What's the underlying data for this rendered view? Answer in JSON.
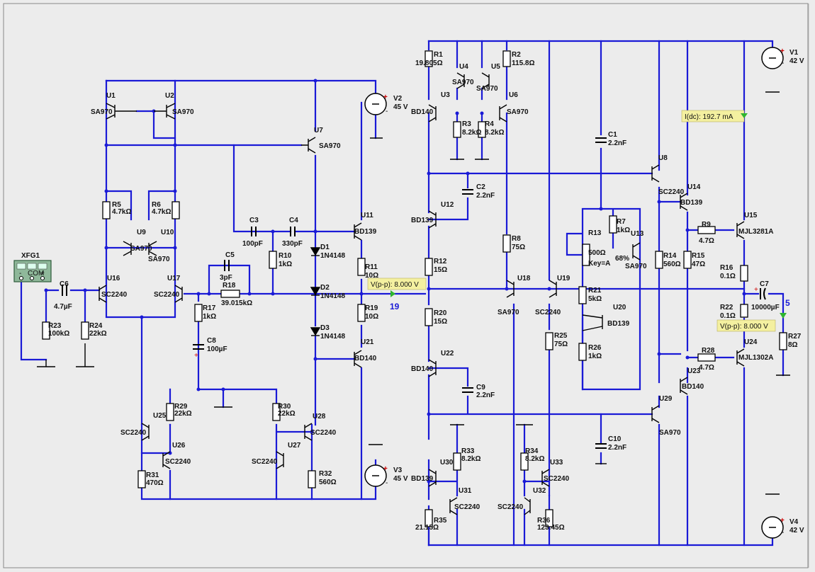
{
  "instrument": {
    "label": "XFG1",
    "terminals": [
      "-",
      "COM",
      "+"
    ]
  },
  "nets": [
    {
      "id": "n19",
      "text": "19"
    },
    {
      "id": "n5",
      "text": "5"
    }
  ],
  "probes": [
    {
      "id": "p1",
      "text": "V(p-p): 8.000 V"
    },
    {
      "id": "p2",
      "text": "I(dc): 192.7 mA"
    },
    {
      "id": "p3",
      "text": "V(p-p): 8.000 V"
    }
  ],
  "sources": [
    {
      "id": "V1",
      "name": "V1",
      "value": "42 V"
    },
    {
      "id": "V2",
      "name": "V2",
      "value": "45 V"
    },
    {
      "id": "V3",
      "name": "V3",
      "value": "45 V"
    },
    {
      "id": "V4",
      "name": "V4",
      "value": "42 V"
    }
  ],
  "transistors": [
    {
      "id": "U1",
      "name": "U1",
      "model": "SA970"
    },
    {
      "id": "U2",
      "name": "U2",
      "model": "SA970"
    },
    {
      "id": "U3",
      "name": "U3",
      "model": "BD140"
    },
    {
      "id": "U4",
      "name": "U4",
      "model": "SA970"
    },
    {
      "id": "U5",
      "name": "U5",
      "model": "SA970"
    },
    {
      "id": "U6",
      "name": "U6",
      "model": "SA970"
    },
    {
      "id": "U7",
      "name": "U7",
      "model": "SA970"
    },
    {
      "id": "U8",
      "name": "U8",
      "model": "SC2240"
    },
    {
      "id": "U9",
      "name": "U9",
      "model": "SA970"
    },
    {
      "id": "U10",
      "name": "U10",
      "model": "SA970"
    },
    {
      "id": "U11",
      "name": "U11",
      "model": "BD139"
    },
    {
      "id": "U12",
      "name": "U12",
      "model": "BD139"
    },
    {
      "id": "U13",
      "name": "U13",
      "model": "SA970"
    },
    {
      "id": "U14",
      "name": "U14",
      "model": "BD139"
    },
    {
      "id": "U15",
      "name": "U15",
      "model": "MJL3281A"
    },
    {
      "id": "U16",
      "name": "U16",
      "model": "SC2240"
    },
    {
      "id": "U17",
      "name": "U17",
      "model": "SC2240"
    },
    {
      "id": "U18",
      "name": "U18",
      "model": "SA970"
    },
    {
      "id": "U19",
      "name": "U19",
      "model": "SC2240"
    },
    {
      "id": "U20",
      "name": "U20",
      "model": "BD139"
    },
    {
      "id": "U21",
      "name": "U21",
      "model": "BD140"
    },
    {
      "id": "U22",
      "name": "U22",
      "model": "BD140"
    },
    {
      "id": "U23",
      "name": "U23",
      "model": "BD140"
    },
    {
      "id": "U24",
      "name": "U24",
      "model": "MJL1302A"
    },
    {
      "id": "U25",
      "name": "U25",
      "model": "SC2240"
    },
    {
      "id": "U26",
      "name": "U26",
      "model": "SC2240"
    },
    {
      "id": "U27",
      "name": "U27",
      "model": "SC2240"
    },
    {
      "id": "U28",
      "name": "U28",
      "model": "SC2240"
    },
    {
      "id": "U29",
      "name": "U29",
      "model": "SA970"
    },
    {
      "id": "U30",
      "name": "U30",
      "model": "BD139"
    },
    {
      "id": "U31",
      "name": "U31",
      "model": "SC2240"
    },
    {
      "id": "U32",
      "name": "U32",
      "model": "SC2240"
    },
    {
      "id": "U33",
      "name": "U33",
      "model": "SC2240"
    }
  ],
  "resistors": [
    {
      "id": "R1",
      "name": "R1",
      "value": "19.805Ω"
    },
    {
      "id": "R2",
      "name": "R2",
      "value": "115.8Ω"
    },
    {
      "id": "R3",
      "name": "R3",
      "value": "8.2kΩ"
    },
    {
      "id": "R4",
      "name": "R4",
      "value": "8.2kΩ"
    },
    {
      "id": "R5",
      "name": "R5",
      "value": "4.7kΩ"
    },
    {
      "id": "R6",
      "name": "R6",
      "value": "4.7kΩ"
    },
    {
      "id": "R7",
      "name": "R7",
      "value": "1kΩ"
    },
    {
      "id": "R8",
      "name": "R8",
      "value": "75Ω"
    },
    {
      "id": "R9",
      "name": "R9",
      "value": "4.7Ω"
    },
    {
      "id": "R10",
      "name": "R10",
      "value": "1kΩ"
    },
    {
      "id": "R11",
      "name": "R11",
      "value": "10Ω"
    },
    {
      "id": "R12",
      "name": "R12",
      "value": "15Ω"
    },
    {
      "id": "R13",
      "name": "R13",
      "value": "500Ω"
    },
    {
      "id": "R14",
      "name": "R14",
      "value": "560Ω"
    },
    {
      "id": "R15",
      "name": "R15",
      "value": "47Ω"
    },
    {
      "id": "R16",
      "name": "R16",
      "value": "0.1Ω"
    },
    {
      "id": "R17",
      "name": "R17",
      "value": "1kΩ"
    },
    {
      "id": "R18",
      "name": "R18",
      "value": "39.015kΩ"
    },
    {
      "id": "R19",
      "name": "R19",
      "value": "10Ω"
    },
    {
      "id": "R20",
      "name": "R20",
      "value": "15Ω"
    },
    {
      "id": "R21",
      "name": "R21",
      "value": "5kΩ"
    },
    {
      "id": "R22",
      "name": "R22",
      "value": "0.1Ω"
    },
    {
      "id": "R23",
      "name": "R23",
      "value": "100kΩ"
    },
    {
      "id": "R24",
      "name": "R24",
      "value": "22kΩ"
    },
    {
      "id": "R25",
      "name": "R25",
      "value": "75Ω"
    },
    {
      "id": "R26",
      "name": "R26",
      "value": "1kΩ"
    },
    {
      "id": "R27",
      "name": "R27",
      "value": "8Ω"
    },
    {
      "id": "R28",
      "name": "R28",
      "value": "4.7Ω"
    },
    {
      "id": "R29",
      "name": "R29",
      "value": "22kΩ"
    },
    {
      "id": "R30",
      "name": "R30",
      "value": "22kΩ"
    },
    {
      "id": "R31",
      "name": "R31",
      "value": "470Ω"
    },
    {
      "id": "R32",
      "name": "R32",
      "value": "560Ω"
    },
    {
      "id": "R33",
      "name": "R33",
      "value": "8.2kΩ"
    },
    {
      "id": "R34",
      "name": "R34",
      "value": "8.2kΩ"
    },
    {
      "id": "R35",
      "name": "R35",
      "value": "21.15Ω"
    },
    {
      "id": "R36",
      "name": "R36",
      "value": "123.45Ω"
    }
  ],
  "pot_extra": {
    "key": "Key=A",
    "percent": "68%"
  },
  "capacitors": [
    {
      "id": "C1",
      "name": "C1",
      "value": "2.2nF"
    },
    {
      "id": "C2",
      "name": "C2",
      "value": "2.2nF"
    },
    {
      "id": "C3",
      "name": "C3",
      "value": "100pF"
    },
    {
      "id": "C4",
      "name": "C4",
      "value": "330pF"
    },
    {
      "id": "C5",
      "name": "C5",
      "value": "3pF"
    },
    {
      "id": "C6",
      "name": "C6",
      "value": "4.7µF"
    },
    {
      "id": "C7",
      "name": "C7",
      "value": "10000µF"
    },
    {
      "id": "C8",
      "name": "C8",
      "value": "100µF"
    },
    {
      "id": "C9",
      "name": "C9",
      "value": "2.2nF"
    },
    {
      "id": "C10",
      "name": "C10",
      "value": "2.2nF"
    }
  ],
  "diodes": [
    {
      "id": "D1",
      "name": "D1",
      "model": "1N4148"
    },
    {
      "id": "D2",
      "name": "D2",
      "model": "1N4148"
    },
    {
      "id": "D3",
      "name": "D3",
      "model": "1N4148"
    }
  ]
}
